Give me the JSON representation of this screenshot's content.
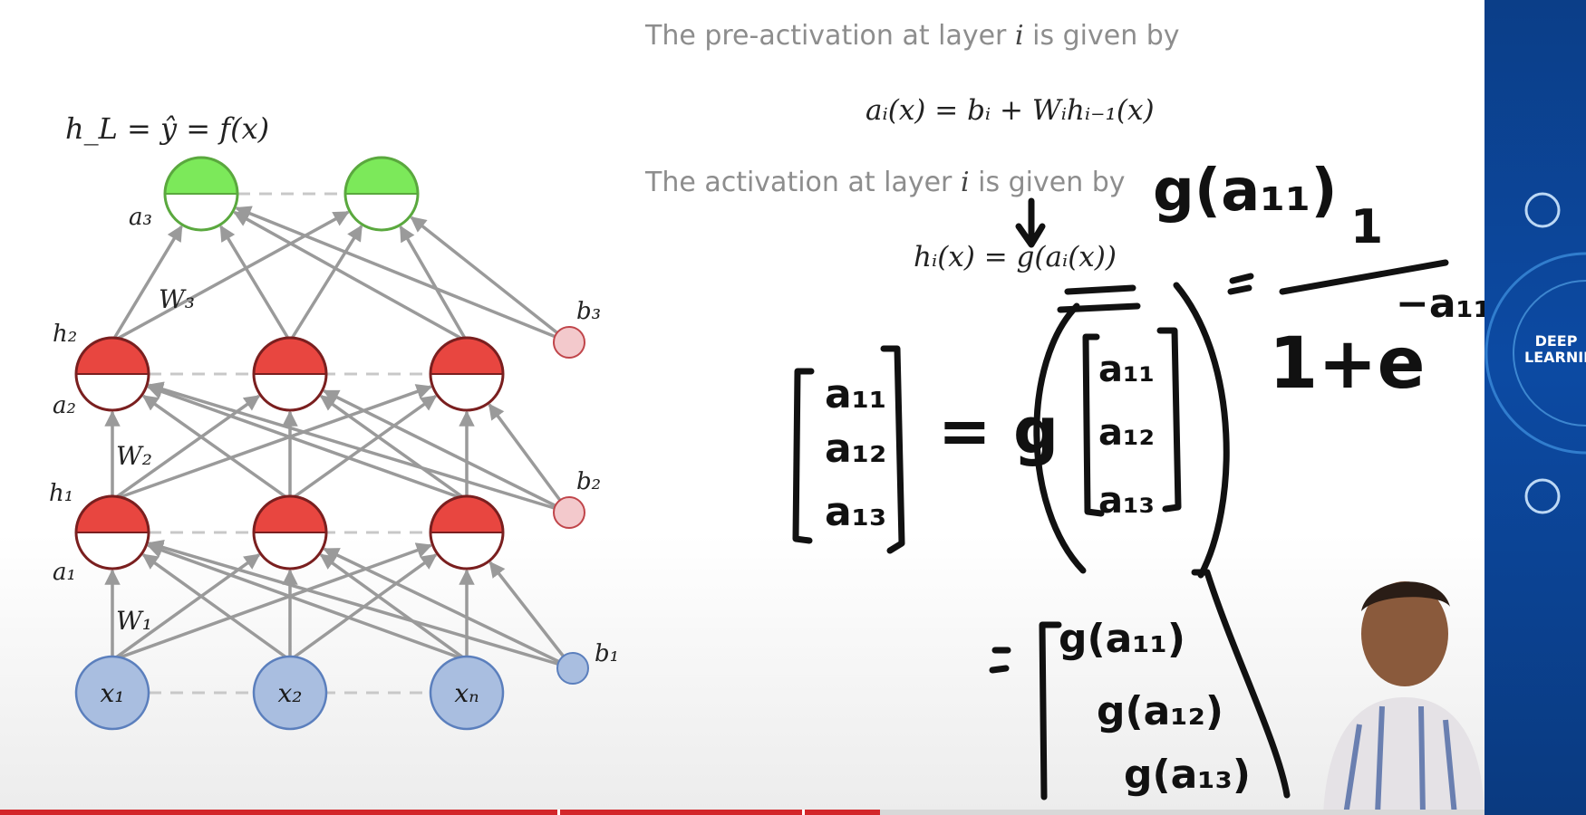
{
  "slide": {
    "preactivation_text": "The pre-activation at layer",
    "preactivation_var": "i",
    "preactivation_suffix": "is given by",
    "preactivation_formula": "aᵢ(x) = bᵢ + Wᵢhᵢ₋₁(x)",
    "activation_text": "The activation at layer",
    "activation_var": "i",
    "activation_suffix": "is given by",
    "activation_formula": "hᵢ(x) = g(aᵢ(x))"
  },
  "network": {
    "output_label": "h_L = ŷ = f(x)",
    "layer_labels": {
      "a3": "a₃",
      "h2": "h₂",
      "a2": "a₂",
      "h1": "h₁",
      "a1": "a₁",
      "w3": "W₃",
      "w2": "W₂",
      "w1": "W₁",
      "b3": "b₃",
      "b2": "b₂",
      "b1": "b₁"
    },
    "inputs": [
      "x₁",
      "x₂",
      "xₙ"
    ],
    "colors": {
      "output": "#7ce95a",
      "hidden": "#e84640",
      "input": "#a9bee0",
      "bias_hidden": "#f3c9cc",
      "bias_input": "#a9bee0",
      "edge": "#9a9a9a"
    }
  },
  "handwriting": {
    "g_a11_top": "g(a₁₁)",
    "lhs_vector": [
      "a₁₁",
      "a₁₂",
      "a₁₃"
    ],
    "equals_g": "= g",
    "rhs_vector": [
      "a₁₁",
      "a₁₂",
      "a₁₃"
    ],
    "sigmoid": "= 1 / (1 + e^(−a₁₁))",
    "sigmoid_num": "1",
    "sigmoid_den": "1+e",
    "sigmoid_exp": "−a₁₁",
    "result_vector": [
      "g(a₁₁)",
      "g(a₁₂)",
      "g(a₁₃)"
    ]
  },
  "sidebar": {
    "logo_line1": "DEEP",
    "logo_line2": "LEARNING",
    "accent": "#0c4aa3"
  },
  "progress": {
    "fraction": 0.593
  }
}
